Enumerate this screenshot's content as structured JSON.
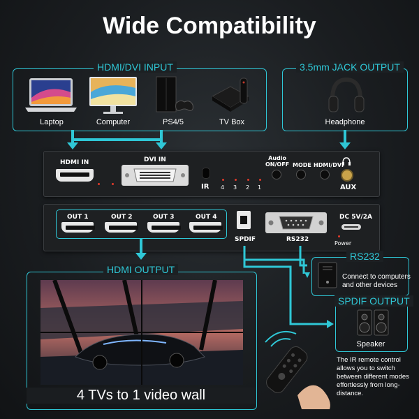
{
  "title": "Wide Compatibility",
  "input_section": {
    "label": "HDMI/DVI INPUT",
    "devices": [
      "Laptop",
      "Computer",
      "PS4/5",
      "TV Box"
    ]
  },
  "jack_section": {
    "label": "3.5mm JACK OUTPUT",
    "device": "Headphone"
  },
  "front_panel": {
    "hdmi_in": "HDMI IN",
    "dvi_in": "DVI IN",
    "ir": "IR",
    "input_numbers": [
      "4",
      "3",
      "2",
      "1"
    ],
    "audio": "Audio\nON/OFF",
    "mode": "MODE",
    "hdmi_dvi": "HDMI/DVI",
    "aux": "AUX"
  },
  "back_panel": {
    "outputs": [
      "OUT 1",
      "OUT 2",
      "OUT 3",
      "OUT 4"
    ],
    "spdif": "SPDIF",
    "rs232": "RS232",
    "dc": "DC 5V/2A",
    "power": "Power"
  },
  "hdmi_output": {
    "label": "HDMI OUTPUT",
    "caption": "4 TVs to 1 video wall"
  },
  "rs232_section": {
    "label": "RS232",
    "text": "Connect to computers\nand other devices"
  },
  "spdif_section": {
    "label": "SPDIF OUTPUT",
    "device": "Speaker"
  },
  "ir_note": "The IR remote control allows you to switch between different modes effortlessly from long-distance.",
  "colors": {
    "accent": "#2fc7d6",
    "led": "#e03a2a"
  }
}
